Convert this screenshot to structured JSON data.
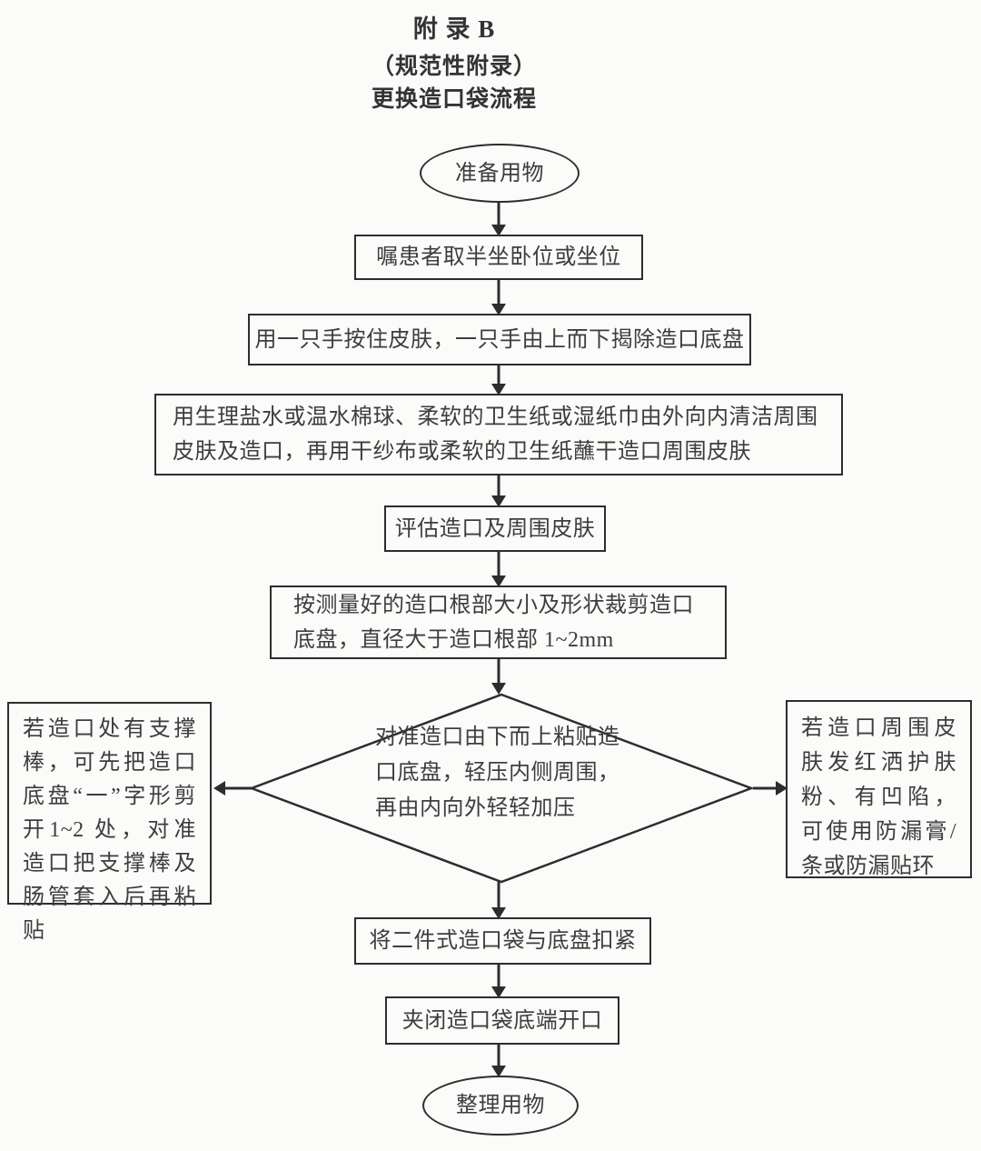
{
  "title": {
    "line1": "附 录 B",
    "line2": "（规范性附录）",
    "line3": "更换造口袋流程"
  },
  "flowchart": {
    "start": "准备用物",
    "steps": [
      "嘱患者取半坐卧位或坐位",
      "用一只手按住皮肤，一只手由上而下揭除造口底盘",
      "用生理盐水或温水棉球、柔软的卫生纸或湿纸巾由外向内清洁周围皮肤及造口，再用干纱布或柔软的卫生纸蘸干造口周围皮肤",
      "评估造口及周围皮肤",
      "按测量好的造口根部大小及形状裁剪造口底盘，直径大于造口根部 1~2mm"
    ],
    "decision": "对准造口由下而上粘贴造口底盘，轻压内侧周围，再由内向外轻轻加压",
    "left_note": "若造口处有支撑棒，可先把造口底盘“一”字形剪开1~2 处，对准造口把支撑棒及肠管套入后再粘贴",
    "right_note": "若造口周围皮肤发红洒护肤粉、有凹陷，可使用防漏膏/条或防漏贴环",
    "final_steps": [
      "将二件式造口袋与底盘扣紧",
      "夹闭造口袋底端开口"
    ],
    "end": "整理用物"
  },
  "colors": {
    "background": "#fbfbfa",
    "line": "#2d2d2d",
    "text": "#3d3d3d"
  }
}
